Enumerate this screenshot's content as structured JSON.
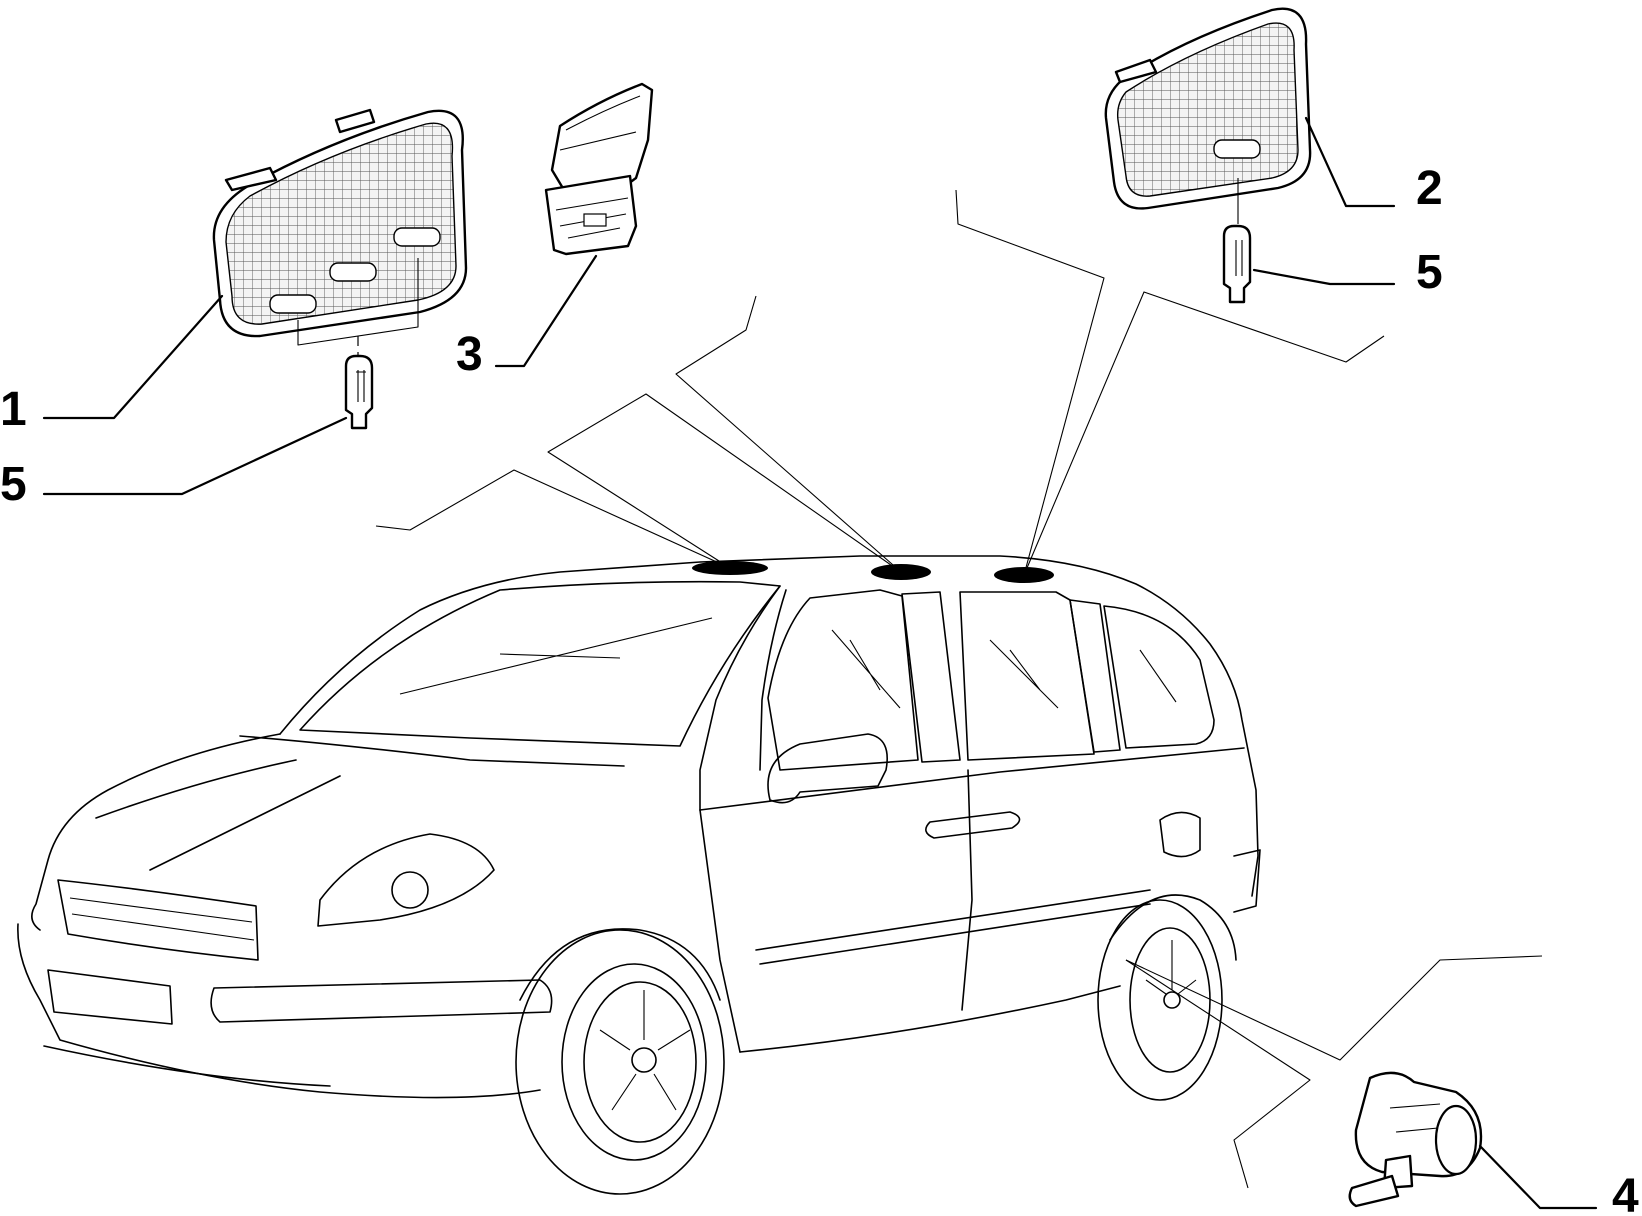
{
  "callouts": {
    "c1": "1",
    "c2": "2",
    "c3": "3",
    "c4": "4",
    "c5_left": "5",
    "c5_right": "5"
  },
  "parts": [
    {
      "number": "1",
      "icon": "front-dome-lamp-icon"
    },
    {
      "number": "2",
      "icon": "rear-dome-lamp-icon"
    },
    {
      "number": "3",
      "icon": "lamp-switch-icon"
    },
    {
      "number": "4",
      "icon": "door-switch-icon"
    },
    {
      "number": "5",
      "icon": "bulb-icon"
    }
  ],
  "colors": {
    "line": "#000000",
    "background": "#ffffff"
  }
}
